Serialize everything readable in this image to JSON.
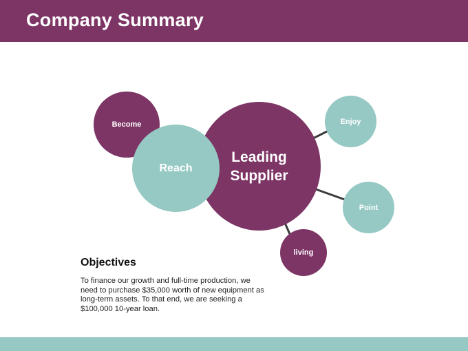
{
  "header": {
    "title": "Company Summary"
  },
  "diagram": {
    "center": "Leading Supplier",
    "nodes": {
      "become": "Become",
      "reach": "Reach",
      "enjoy": "Enjoy",
      "point": "Point",
      "living": "living"
    }
  },
  "objectives": {
    "heading": "Objectives",
    "body": "To finance our growth and full-time production, we need to purchase $35,000 worth of new equipment as long-term assets. To that end, we are seeking a $100,000 10-year loan."
  },
  "colors": {
    "primary": "#7d3565",
    "accent": "#96c9c4"
  }
}
